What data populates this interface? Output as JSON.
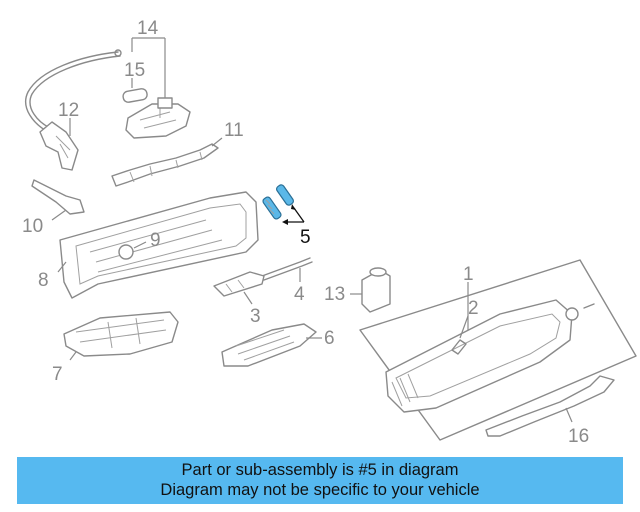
{
  "callouts": [
    "1",
    "2",
    "3",
    "4",
    "5",
    "6",
    "7",
    "8",
    "9",
    "10",
    "11",
    "12",
    "13",
    "14",
    "15",
    "16"
  ],
  "highlighted_callout": "5",
  "colors": {
    "highlight": "#5bb8e8",
    "banner": "#56b9f0",
    "line": "#8a8a8a"
  },
  "banner": {
    "line1": "Part or sub-assembly is #5 in diagram",
    "line2": "Diagram may not be specific to your vehicle"
  }
}
